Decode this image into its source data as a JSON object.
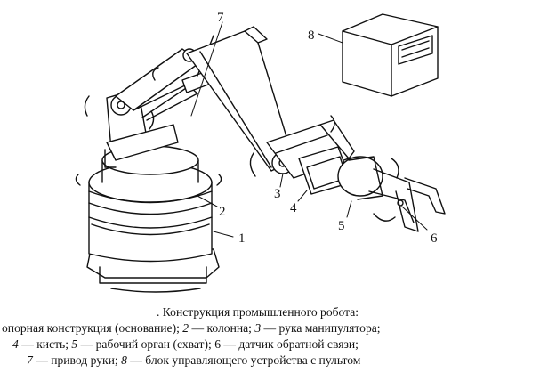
{
  "labels": [
    "1",
    "2",
    "3",
    "4",
    "5",
    "6",
    "7",
    "8"
  ],
  "caption": {
    "title": ". Конструкция промышленного робота:",
    "line1": [
      {
        "t": "опорная конструкция (основание); ",
        "i": false
      },
      {
        "t": "2",
        "i": true
      },
      {
        "t": " — колонна; ",
        "i": false
      },
      {
        "t": "3",
        "i": true
      },
      {
        "t": " — рука манипулятора;",
        "i": false
      }
    ],
    "line2": [
      {
        "t": "4",
        "i": true
      },
      {
        "t": " — кисть; ",
        "i": false
      },
      {
        "t": "5",
        "i": true
      },
      {
        "t": " — рабочий орган (схват); 6 — датчик обратной связи;",
        "i": false
      }
    ],
    "line3": [
      {
        "t": "7",
        "i": true
      },
      {
        "t": " — привод руки; ",
        "i": false
      },
      {
        "t": "8",
        "i": true
      },
      {
        "t": " — блок управляющего устройства с пультом",
        "i": false
      }
    ]
  }
}
